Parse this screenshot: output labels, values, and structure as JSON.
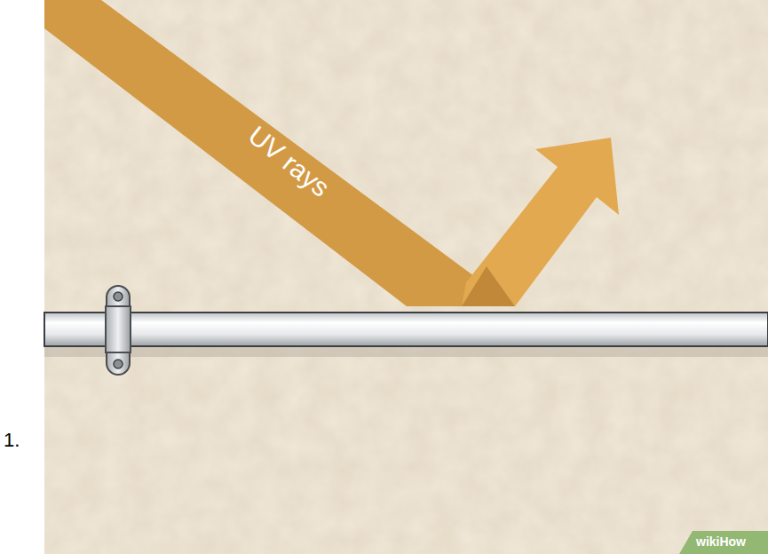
{
  "diagram": {
    "labels": [
      "1.",
      "UV rays",
      "wikiHow"
    ]
  }
}
